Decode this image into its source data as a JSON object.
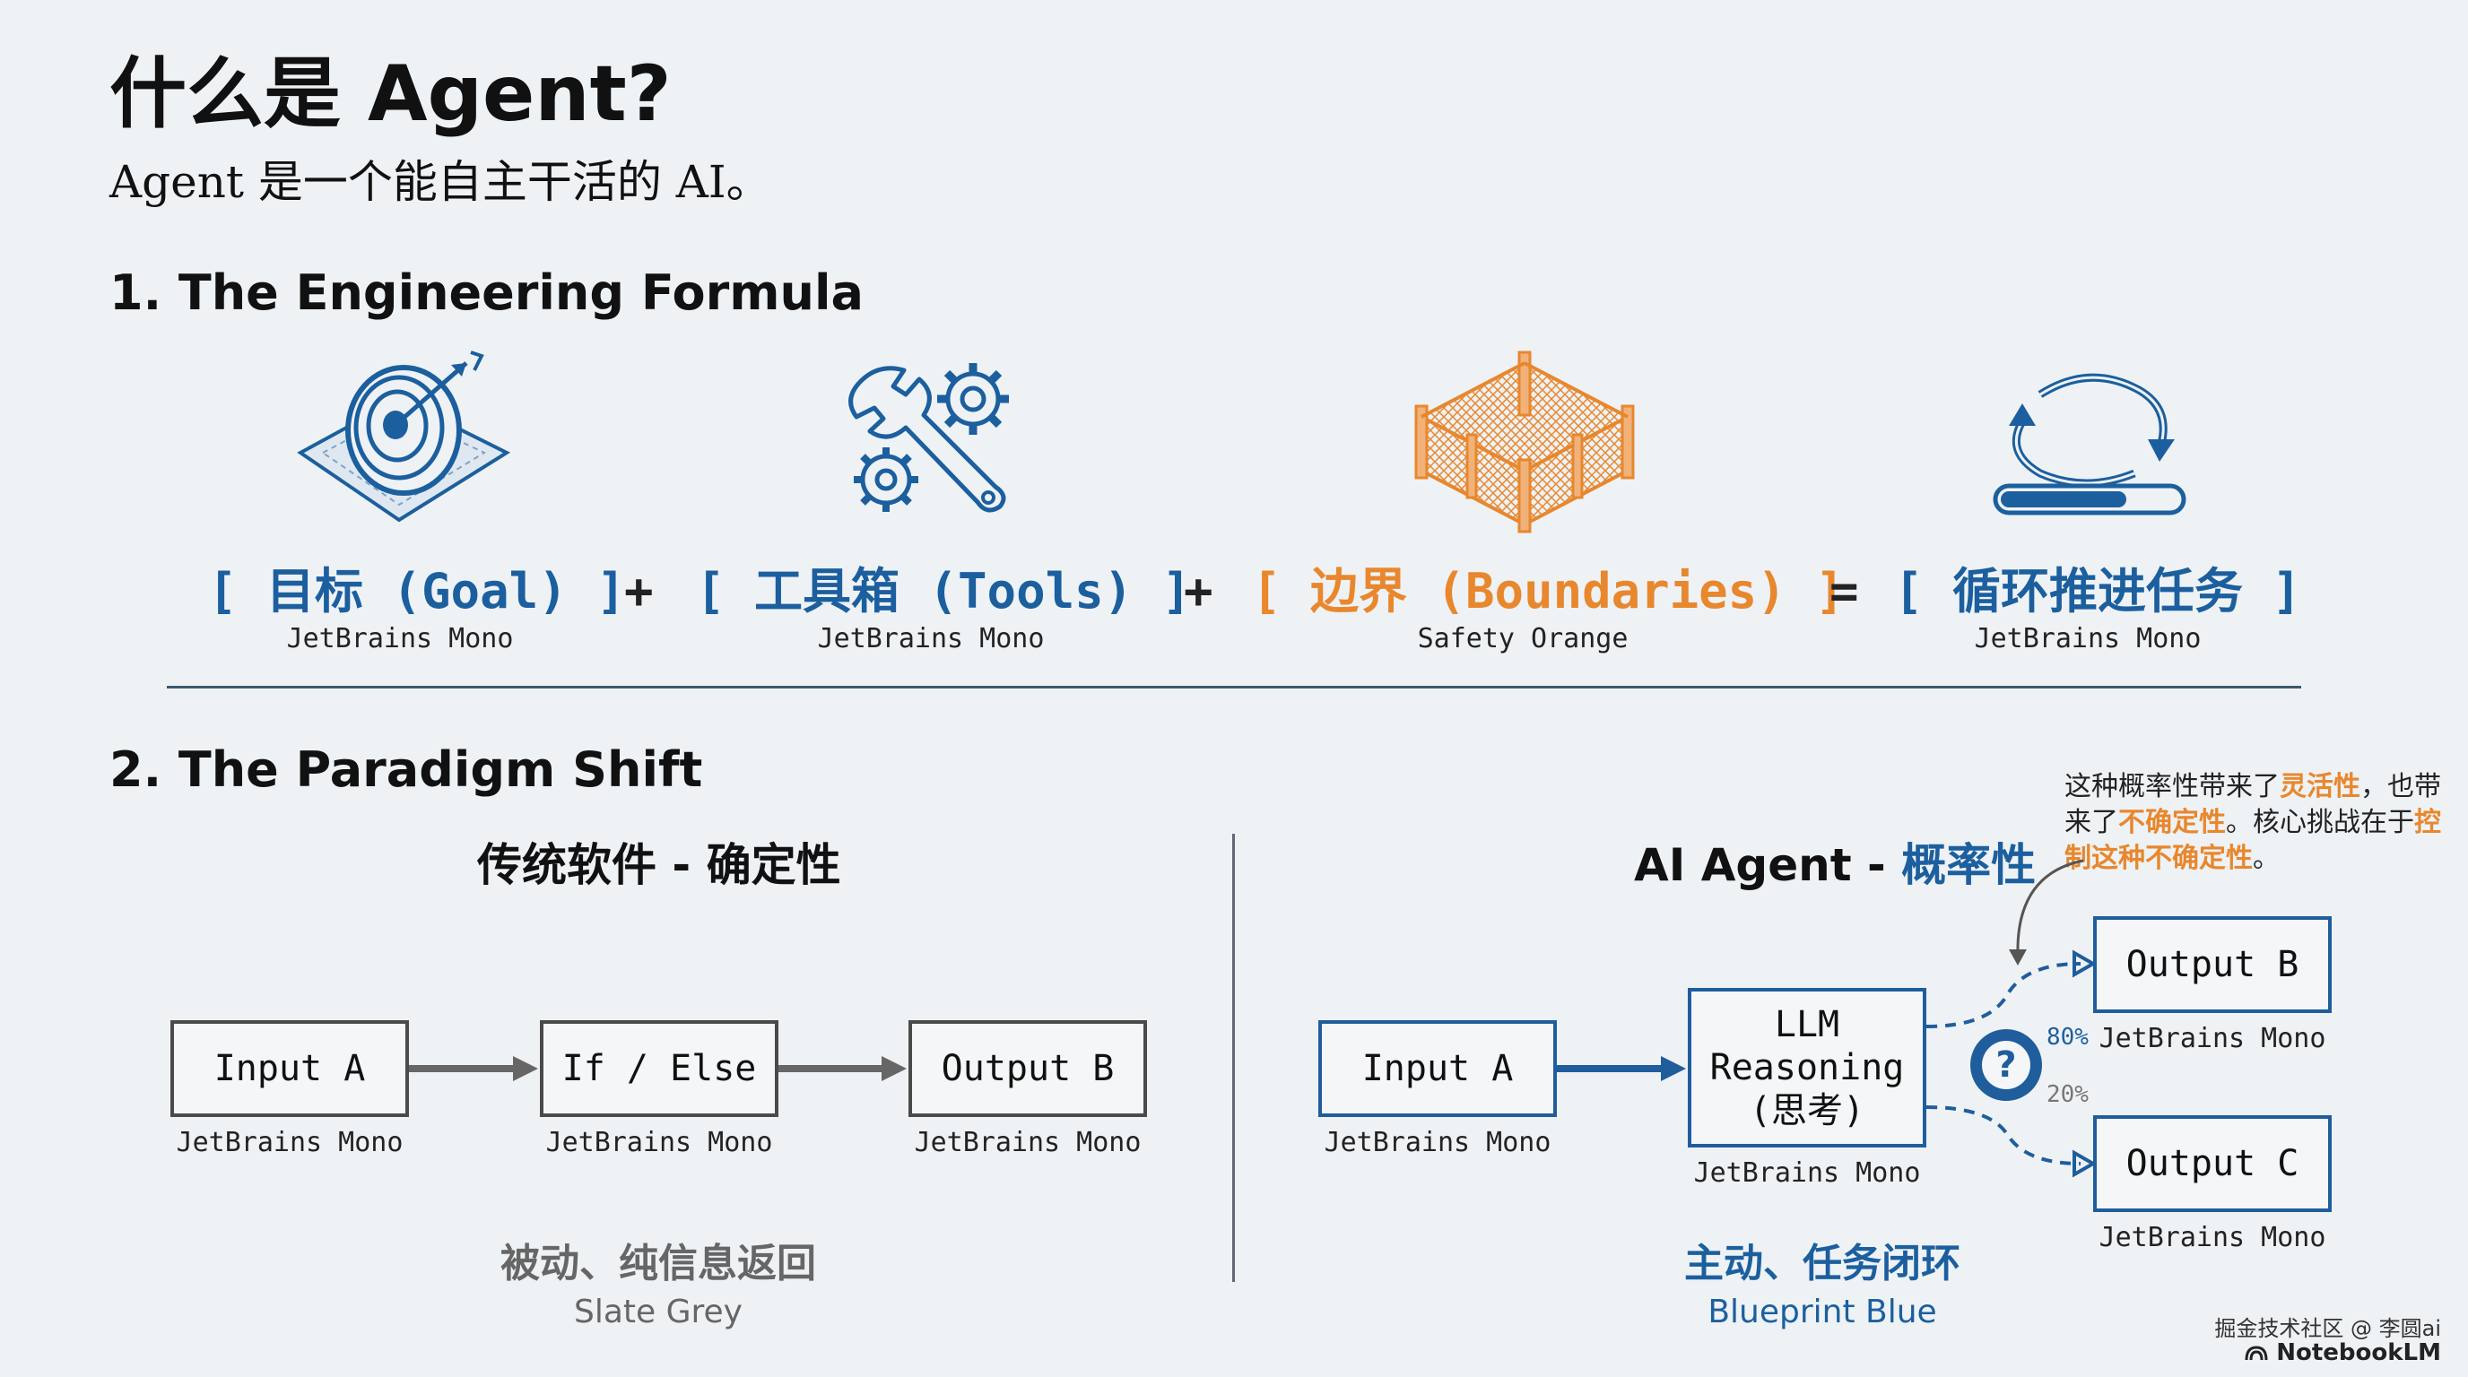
{
  "title": "什么是 Agent?",
  "subtitle": "Agent 是一个能自主干活的 AI。",
  "section1": "1.  The Engineering Formula",
  "formula": {
    "goal": "[ 目标 (Goal) ]",
    "tools": "[ 工具箱 (Tools) ]",
    "boundaries": "[ 边界 (Boundaries) ]",
    "result": "[ 循环推进任务 ]",
    "plus1": "+",
    "plus2": "+",
    "equals": "=",
    "cap_goal": "JetBrains Mono",
    "cap_tools": "JetBrains Mono",
    "cap_boundaries": "Safety Orange",
    "cap_result": "JetBrains Mono"
  },
  "section2": "2.  The Paradigm Shift",
  "left": {
    "heading": "传统软件 - 确定性",
    "box1": "Input A",
    "box2": "If / Else",
    "box3": "Output B",
    "cap1": "JetBrains Mono",
    "cap2": "JetBrains Mono",
    "cap3": "JetBrains Mono",
    "footer": "被动、纯信息返回",
    "footer_sub": "Slate Grey"
  },
  "right": {
    "heading_main": "AI Agent - ",
    "heading_accent": "概率性",
    "box_input": "Input A",
    "cap_input": "JetBrains Mono",
    "llm_line1": "LLM",
    "llm_line2": "Reasoning",
    "llm_line3": "(思考)",
    "cap_llm": "JetBrains Mono",
    "output_b": "Output B",
    "cap_output_b": "JetBrains Mono",
    "output_c": "Output C",
    "cap_output_c": "JetBrains Mono",
    "pct_top": "80%",
    "pct_bottom": "20%",
    "question": "?",
    "footer": "主动、任务闭环",
    "footer_sub": "Blueprint Blue"
  },
  "note": {
    "p1": "这种概率性带来了",
    "h1": "灵活性",
    "p2": "，也带来了",
    "h2": "不确定性",
    "p3": "。核心挑战在于",
    "h3": "控制这种不确定性",
    "p4": "。"
  },
  "watermark": {
    "line1": "掘金技术社区 @ 李圆ai",
    "line2": "NotebookLM"
  },
  "colors": {
    "blue": "#1c5f9e",
    "orange": "#e8872d",
    "slate": "#4a4a4a",
    "background": "#eef2f5"
  },
  "icons": [
    "target-icon",
    "tools-icon",
    "boundary-fence-icon",
    "loop-progress-icon",
    "question-icon",
    "notebooklm-logo-icon"
  ]
}
